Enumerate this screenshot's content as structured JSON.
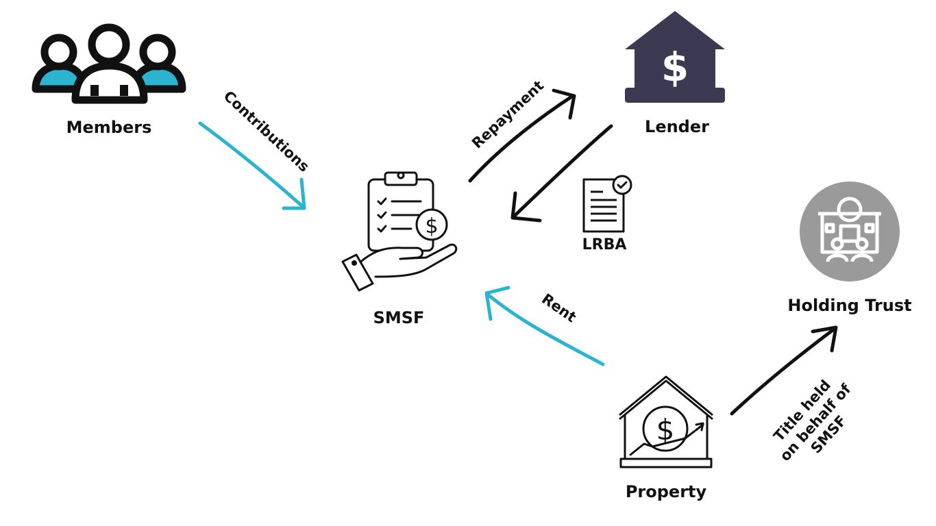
{
  "nodes": {
    "members": "Members",
    "lender": "Lender",
    "smsf": "SMSF",
    "lrba": "LRBA",
    "holding_trust": "Holding Trust",
    "property": "Property"
  },
  "flows": {
    "contributions": "Contributions",
    "repayment": "Repayment",
    "rent": "Rent",
    "title_line1": "Title held",
    "title_line2": "on behalf of",
    "title_line3": "SMSF"
  },
  "colors": {
    "teal": "#2bb3cf",
    "bank": "#3c3a52",
    "ink": "#111111",
    "grey": "#9a9a9a"
  },
  "icons": {
    "members": "people-group-icon",
    "lender": "bank-dollar-icon",
    "smsf": "hand-clipboard-dollar-icon",
    "lrba": "document-check-icon",
    "holding_trust": "building-gear-people-icon",
    "property": "house-dollar-growth-icon"
  }
}
